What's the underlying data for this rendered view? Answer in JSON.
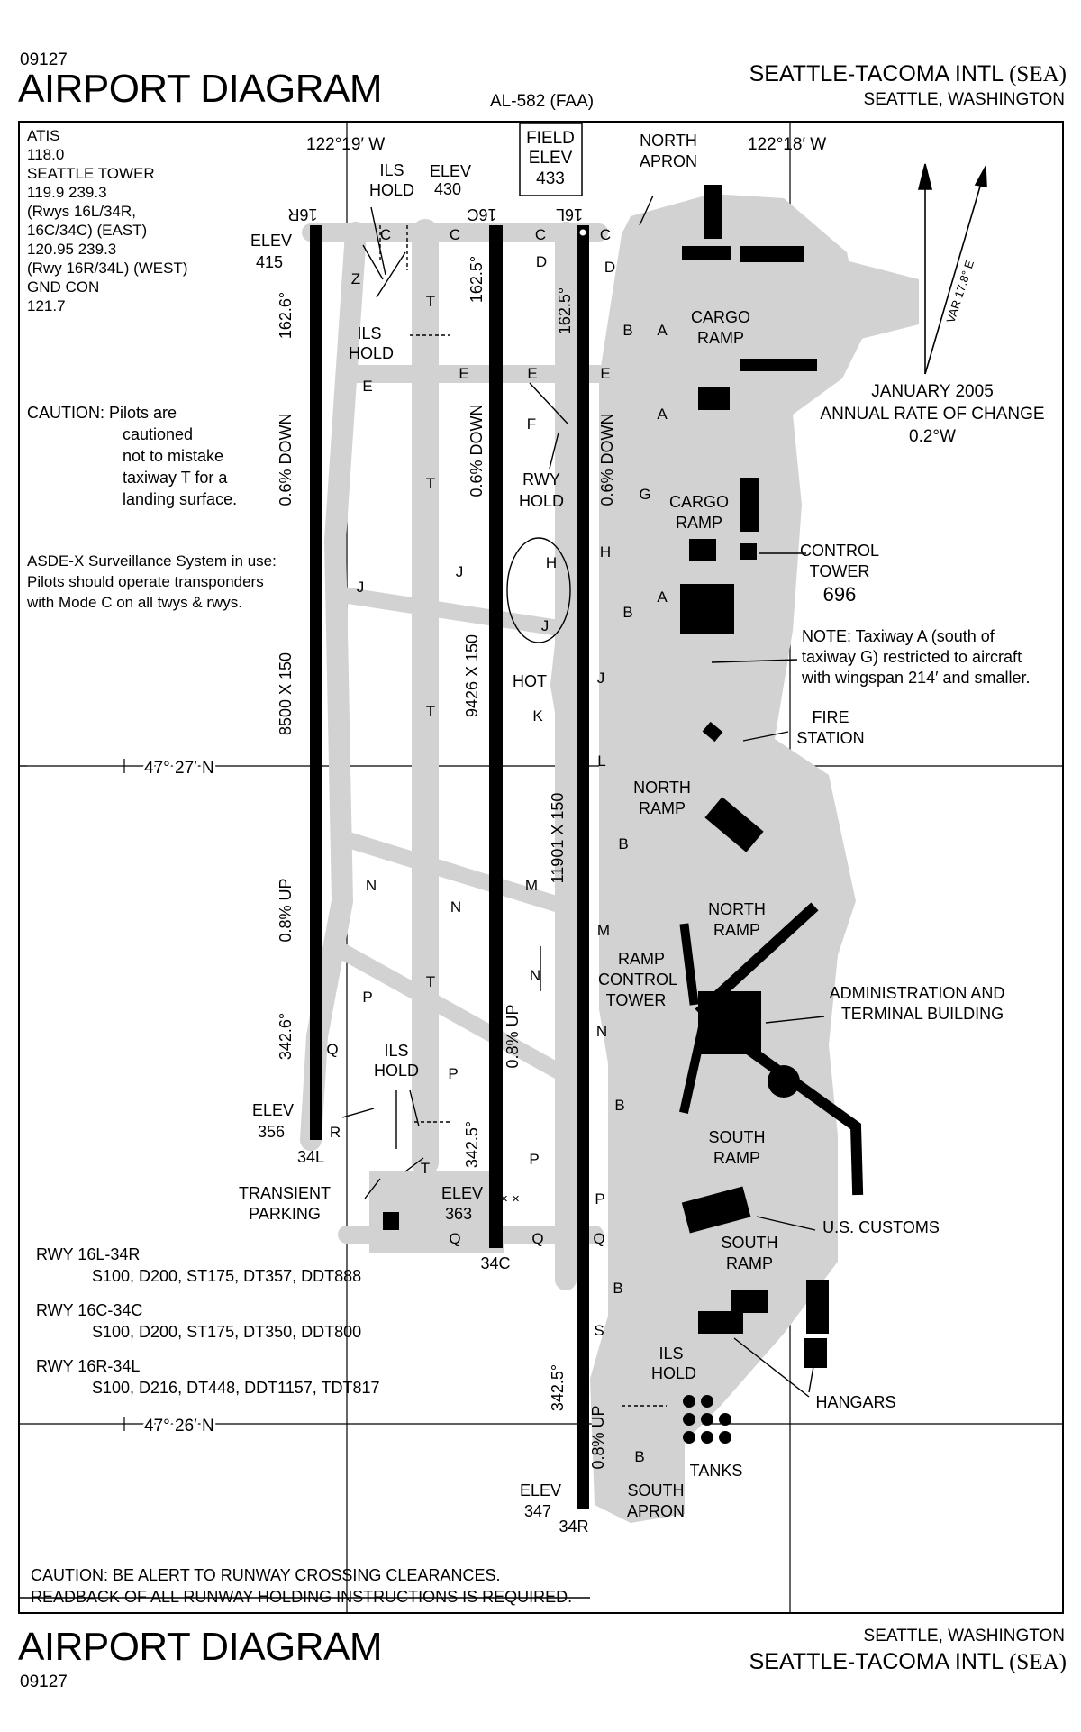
{
  "header": {
    "code": "09127",
    "title": "AIRPORT DIAGRAM",
    "chart_id": "AL-582 (FAA)",
    "airport_name": "SEATTLE-TACOMA INTL",
    "airport_id": "(SEA)",
    "city": "SEATTLE, WASHINGTON"
  },
  "footer": {
    "title": "AIRPORT DIAGRAM",
    "code": "09127",
    "city": "SEATTLE, WASHINGTON",
    "airport_name": "SEATTLE-TACOMA INTL",
    "airport_id": "(SEA)"
  },
  "comms": [
    "ATIS",
    "118.0",
    "SEATTLE TOWER",
    "119.9  239.3",
    "(Rwys 16L/34R,",
    "16C/34C) (EAST)",
    "120.95  239.3",
    "(Rwy 16R/34L) (WEST)",
    "GND CON",
    "121.7"
  ],
  "caution_t": [
    "CAUTION: Pilots are",
    "cautioned",
    "not to mistake",
    "taxiway T for a",
    "landing surface."
  ],
  "asdex": [
    "ASDE-X Surveillance System in use:",
    "Pilots should operate transponders",
    "with Mode C on all twys & rwys."
  ],
  "coords": {
    "lon_w": "122°19′ W",
    "lon_e": "122°18′ W",
    "lat_n": "47° 27′ N",
    "lat_s": "47° 26′ N"
  },
  "field_elev": {
    "l1": "FIELD",
    "l2": "ELEV",
    "l3": "433"
  },
  "magvar": {
    "date": "JANUARY 2005",
    "l2": "ANNUAL RATE OF CHANGE",
    "rate": "0.2°W",
    "var": "VAR 17.8° E"
  },
  "tower": {
    "l1": "CONTROL",
    "l2": "TOWER",
    "elev": "696"
  },
  "note_a": [
    "NOTE:  Taxiway A (south of",
    "taxiway G) restricted to aircraft",
    "with wingspan 214′ and smaller."
  ],
  "runways": {
    "r16R": {
      "end_n": "16R",
      "end_s": "34L",
      "dims": "8500 X 150",
      "hdg_n": "162.6°",
      "hdg_s": "342.6°",
      "grad_n": "0.6% DOWN",
      "grad_s": "0.8% UP",
      "elev_n": "415",
      "elev_s": "356"
    },
    "r16C": {
      "end_n": "16C",
      "end_s": "34C",
      "dims": "9426 X 150",
      "hdg_n": "162.5°",
      "hdg_s": "342.5°",
      "grad_n": "0.6% DOWN",
      "grad_s": "0.8% UP",
      "elev_n": "430",
      "elev_s": "363"
    },
    "r16L": {
      "end_n": "16L",
      "end_s": "34R",
      "dims": "11901 X 150",
      "hdg_n": "162.5°",
      "hdg_s": "342.5°",
      "grad_n": "0.6% DOWN",
      "grad_s": "0.8% UP",
      "elev_s": "347"
    }
  },
  "labels": {
    "elev": "ELEV",
    "ils_hold": "ILS",
    "hold": "HOLD",
    "rwy": "RWY",
    "hot": "HOT",
    "north_apron_1": "NORTH",
    "north_apron_2": "APRON",
    "cargo_1": "CARGO",
    "ramp": "RAMP",
    "fire_1": "FIRE",
    "fire_2": "STATION",
    "north_ramp_1": "NORTH",
    "ramp_ctl_1": "RAMP",
    "ramp_ctl_2": "CONTROL",
    "ramp_ctl_3": "TOWER",
    "admin_1": "ADMINISTRATION AND",
    "admin_2": "TERMINAL BUILDING",
    "south_ramp_1": "SOUTH",
    "customs": "U.S. CUSTOMS",
    "hangars": "HANGARS",
    "tanks": "TANKS",
    "south_apron_1": "SOUTH",
    "south_apron_2": "APRON",
    "transient_1": "TRANSIENT",
    "transient_2": "PARKING"
  },
  "twy": {
    "A": "A",
    "B": "B",
    "C": "C",
    "D": "D",
    "E": "E",
    "F": "F",
    "G": "G",
    "H": "H",
    "J": "J",
    "K": "K",
    "L": "L",
    "M": "M",
    "N": "N",
    "P": "P",
    "Q": "Q",
    "R": "R",
    "S": "S",
    "T": "T",
    "Z": "Z"
  },
  "declared": [
    {
      "rwy": "RWY 16L-34R",
      "vals": "S100, D200, ST175, DT357, DDT888"
    },
    {
      "rwy": "RWY 16C-34C",
      "vals": "S100, D200, ST175, DT350, DDT800"
    },
    {
      "rwy": "RWY 16R-34L",
      "vals": "S100, D216, DT448, DDT1157, TDT817"
    }
  ],
  "caution_bottom": [
    "CAUTION:  BE ALERT TO RUNWAY CROSSING CLEARANCES.",
    "READBACK OF ALL RUNWAY HOLDING INSTRUCTIONS IS REQUIRED."
  ]
}
